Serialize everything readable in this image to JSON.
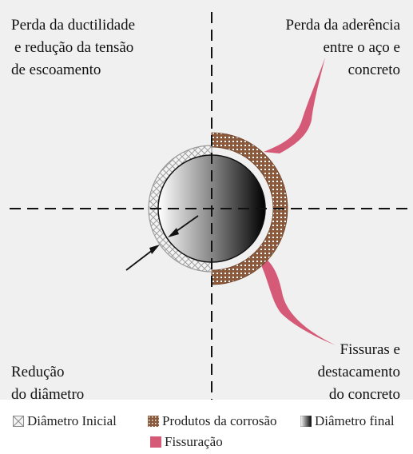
{
  "quadrants": {
    "top_left": [
      "Perda da ductilidade",
      "e redução da tensão",
      "de escoamento"
    ],
    "top_right": [
      "Perda da aderência",
      "entre o aço e",
      "concreto"
    ],
    "bottom_left": [
      "Redução",
      "do diâmetro"
    ],
    "bottom_right": [
      "Fissuras e",
      "destacamento",
      "do concreto"
    ]
  },
  "legend": {
    "initial_diameter": "Diâmetro Inicial",
    "corrosion_products": "Produtos da corrosão",
    "final_diameter": "Diâmetro final",
    "cracking": "Fissuração"
  },
  "colors": {
    "background": "#f0f0f0",
    "corrosion": "#8b5a3c",
    "crack": "#d45a78",
    "initial_outline": "#9a9a9a"
  },
  "icons": {
    "initial": "hatched-square-icon",
    "corrosion": "dotted-brown-square-icon",
    "final": "gradient-square-icon",
    "crack": "pink-square-icon"
  }
}
